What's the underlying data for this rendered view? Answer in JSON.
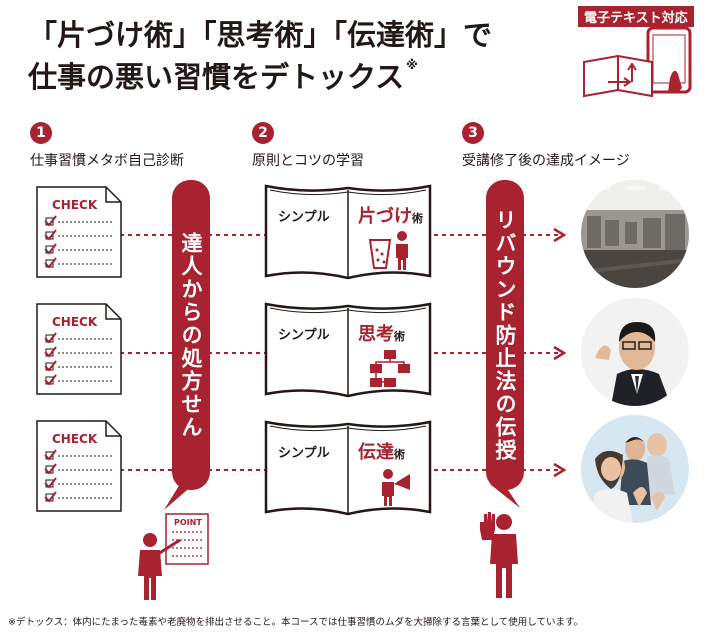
{
  "header": {
    "title_line1": "「片づけ術」「思考術」「伝達術」で",
    "title_line2": "仕事の悪い習慣をデトックス",
    "title_mark": "※",
    "badge": "電子テキスト対応"
  },
  "steps": [
    {
      "number": "1",
      "label": "仕事習慣メタボ自己診断"
    },
    {
      "number": "2",
      "label": "原則とコツの学習"
    },
    {
      "number": "3",
      "label": "受講修了後の達成イメージ"
    }
  ],
  "checklists": [
    {
      "label": "CHECK"
    },
    {
      "label": "CHECK"
    },
    {
      "label": "CHECK"
    }
  ],
  "left_banner": "達人からの処方せん",
  "right_banner": "リバウンド防止法の伝授",
  "books": [
    {
      "word": "シンプル",
      "title": "片づけ",
      "suffix": "術"
    },
    {
      "word": "シンプル",
      "title": "思考",
      "suffix": "術"
    },
    {
      "word": "シンプル",
      "title": "伝達",
      "suffix": "術"
    }
  ],
  "point_label": "POINT",
  "footnote": "※デトックス：体内にたまった毒素や老廃物を排出させること。本コースでは仕事習慣のムダを大掃除する言葉として使用しています。",
  "colors": {
    "accent": "#a8222f",
    "text": "#231815"
  }
}
